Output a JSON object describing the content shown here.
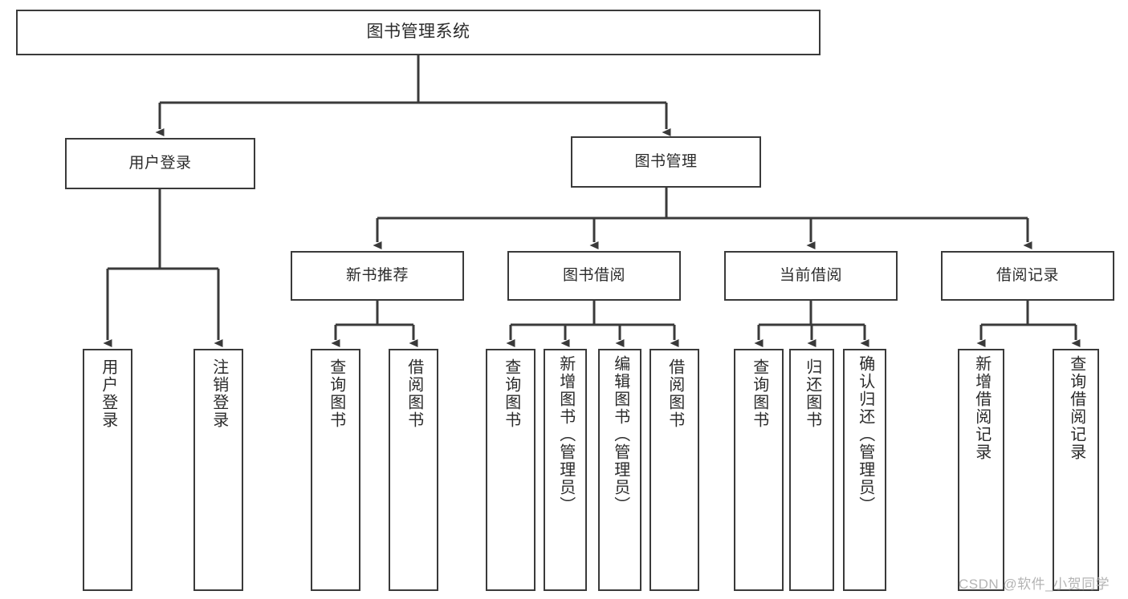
{
  "diagram": {
    "title": "图书管理系统",
    "type": "tree-hierarchy-diagram",
    "root": {
      "label": "图书管理系统"
    },
    "level1": [
      {
        "label": "用户登录"
      },
      {
        "label": "图书管理"
      }
    ],
    "level2": [
      {
        "label": "新书推荐"
      },
      {
        "label": "图书借阅"
      },
      {
        "label": "当前借阅"
      },
      {
        "label": "借阅记录"
      }
    ],
    "leaves": {
      "user_login": [
        {
          "label": "用户登录"
        },
        {
          "label": "注销登录"
        }
      ],
      "new_book_recommend": [
        {
          "label": "查询图书"
        },
        {
          "label": "借阅图书"
        }
      ],
      "book_borrow": [
        {
          "label": "查询图书"
        },
        {
          "label": "新增图书（管理员）"
        },
        {
          "label": "编辑图书（管理员）"
        },
        {
          "label": "借阅图书"
        }
      ],
      "current_borrow": [
        {
          "label": "查询图书"
        },
        {
          "label": "归还图书"
        },
        {
          "label": "确认归还（管理员）"
        }
      ],
      "borrow_record": [
        {
          "label": "新增借阅记录"
        },
        {
          "label": "查询借阅记录"
        }
      ]
    }
  },
  "watermark": {
    "text": "CSDN @软件_小贺同学"
  },
  "colors": {
    "stroke": "#3a3a3a",
    "text": "#2b2b2b",
    "background": "#ffffff",
    "watermark": "#b4b4b4"
  }
}
